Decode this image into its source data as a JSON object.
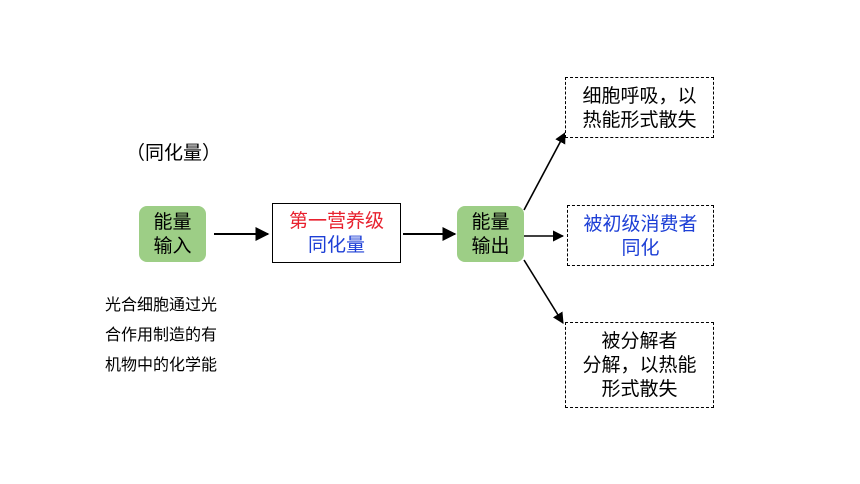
{
  "colors": {
    "pill_fill": "#9dce86",
    "red_text": "#e8212e",
    "blue_text": "#1d3fd6",
    "black_text": "#000000"
  },
  "label_assimilation": "（同化量）",
  "energy_input": {
    "line1": "能量",
    "line2": "输入"
  },
  "first_trophic": {
    "line1": "第一营养级",
    "line2": "同化量"
  },
  "energy_output": {
    "line1": "能量",
    "line2": "输出"
  },
  "respiration": {
    "line1": "细胞呼吸，以",
    "line2": "热能形式散失"
  },
  "primary_consumer": {
    "line1": "被初级消费者",
    "line2": "同化"
  },
  "decomposer": {
    "line1": "被分解者",
    "line2": "分解，以热能",
    "line3": "形式散失"
  },
  "photosynthesis_note": {
    "line1": "光合细胞通过光",
    "line2": "合作用制造的有",
    "line3": "机物中的化学能"
  }
}
